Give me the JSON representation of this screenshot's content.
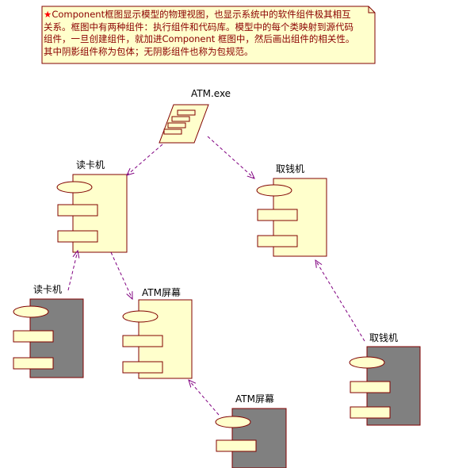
{
  "note": {
    "star": "★",
    "lines": [
      "Component框图显示模型的物理视图，也显示系统中的软件组件极其相互",
      "关系。框图中有两种组件：执行组件和代码库。模型中的每个类映射到源代码",
      "组件，一旦创建组件，就加进Component 框图中，然后画出组件的相关性。",
      "其中阴影组件称为包体；无阴影组件也称为包规范。"
    ]
  },
  "components": {
    "atm_exe": "ATM.exe",
    "card_reader_spec": "读卡机",
    "cash_dispenser_spec": "取钱机",
    "card_reader_body": "读卡机",
    "atm_screen_spec": "ATM屏幕",
    "cash_dispenser_body": "取钱机",
    "atm_screen_body": "ATM屏幕"
  },
  "colors": {
    "spec_fill": "#ffffcc",
    "body_fill": "#808080",
    "outline": "#800000",
    "dependency": "#800080",
    "note_fill": "#ffffcc",
    "note_text": "#8b0000"
  }
}
